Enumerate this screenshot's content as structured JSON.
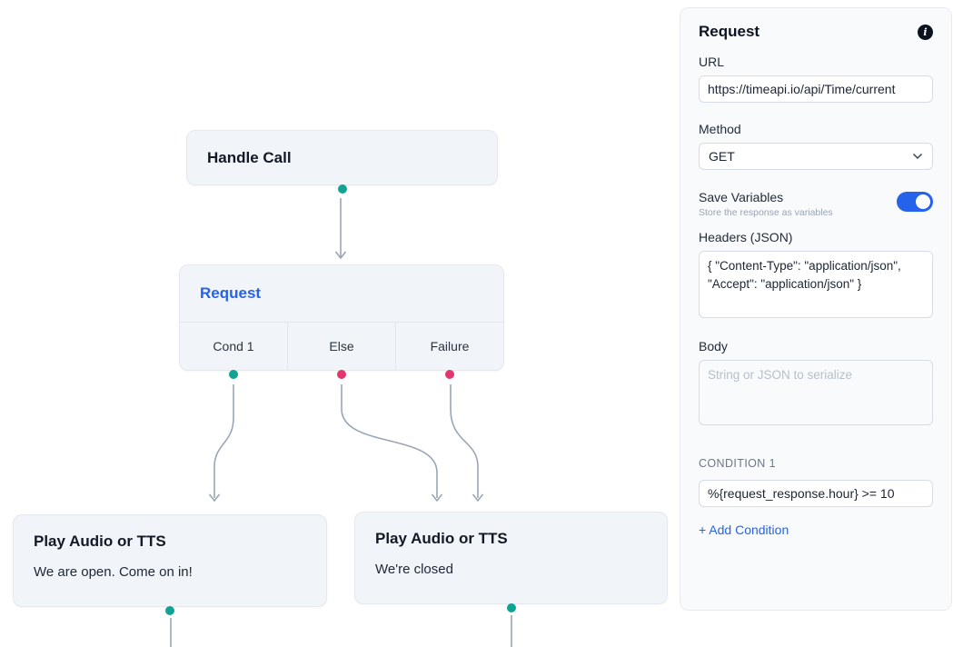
{
  "canvas": {
    "handle_call": {
      "title": "Handle Call"
    },
    "request_node": {
      "title": "Request",
      "outputs": [
        {
          "label": "Cond 1",
          "type": "success"
        },
        {
          "label": "Else",
          "type": "error"
        },
        {
          "label": "Failure",
          "type": "error"
        }
      ]
    },
    "play_open": {
      "title": "Play Audio or TTS",
      "message": "We are open. Come on in!"
    },
    "play_closed": {
      "title": "Play Audio or TTS",
      "message": "We're closed"
    }
  },
  "panel": {
    "title": "Request",
    "url_label": "URL",
    "url_value": "https://timeapi.io/api/Time/current",
    "method_label": "Method",
    "method_value": "GET",
    "save_variables_label": "Save Variables",
    "save_variables_hint": "Store the response as variables",
    "save_variables_on": true,
    "headers_label": "Headers (JSON)",
    "headers_value": "{ \"Content-Type\": \"application/json\", \"Accept\": \"application/json\" }",
    "body_label": "Body",
    "body_placeholder": "String or JSON to serialize",
    "condition_label": "CONDITION 1",
    "condition_value": "%{request_response.hour} >= 10",
    "add_condition_label": "+ Add Condition"
  },
  "colors": {
    "accent_blue": "#2563eb",
    "port_success": "#10a394",
    "port_error": "#e3366e",
    "edge": "#9aa6b5"
  }
}
